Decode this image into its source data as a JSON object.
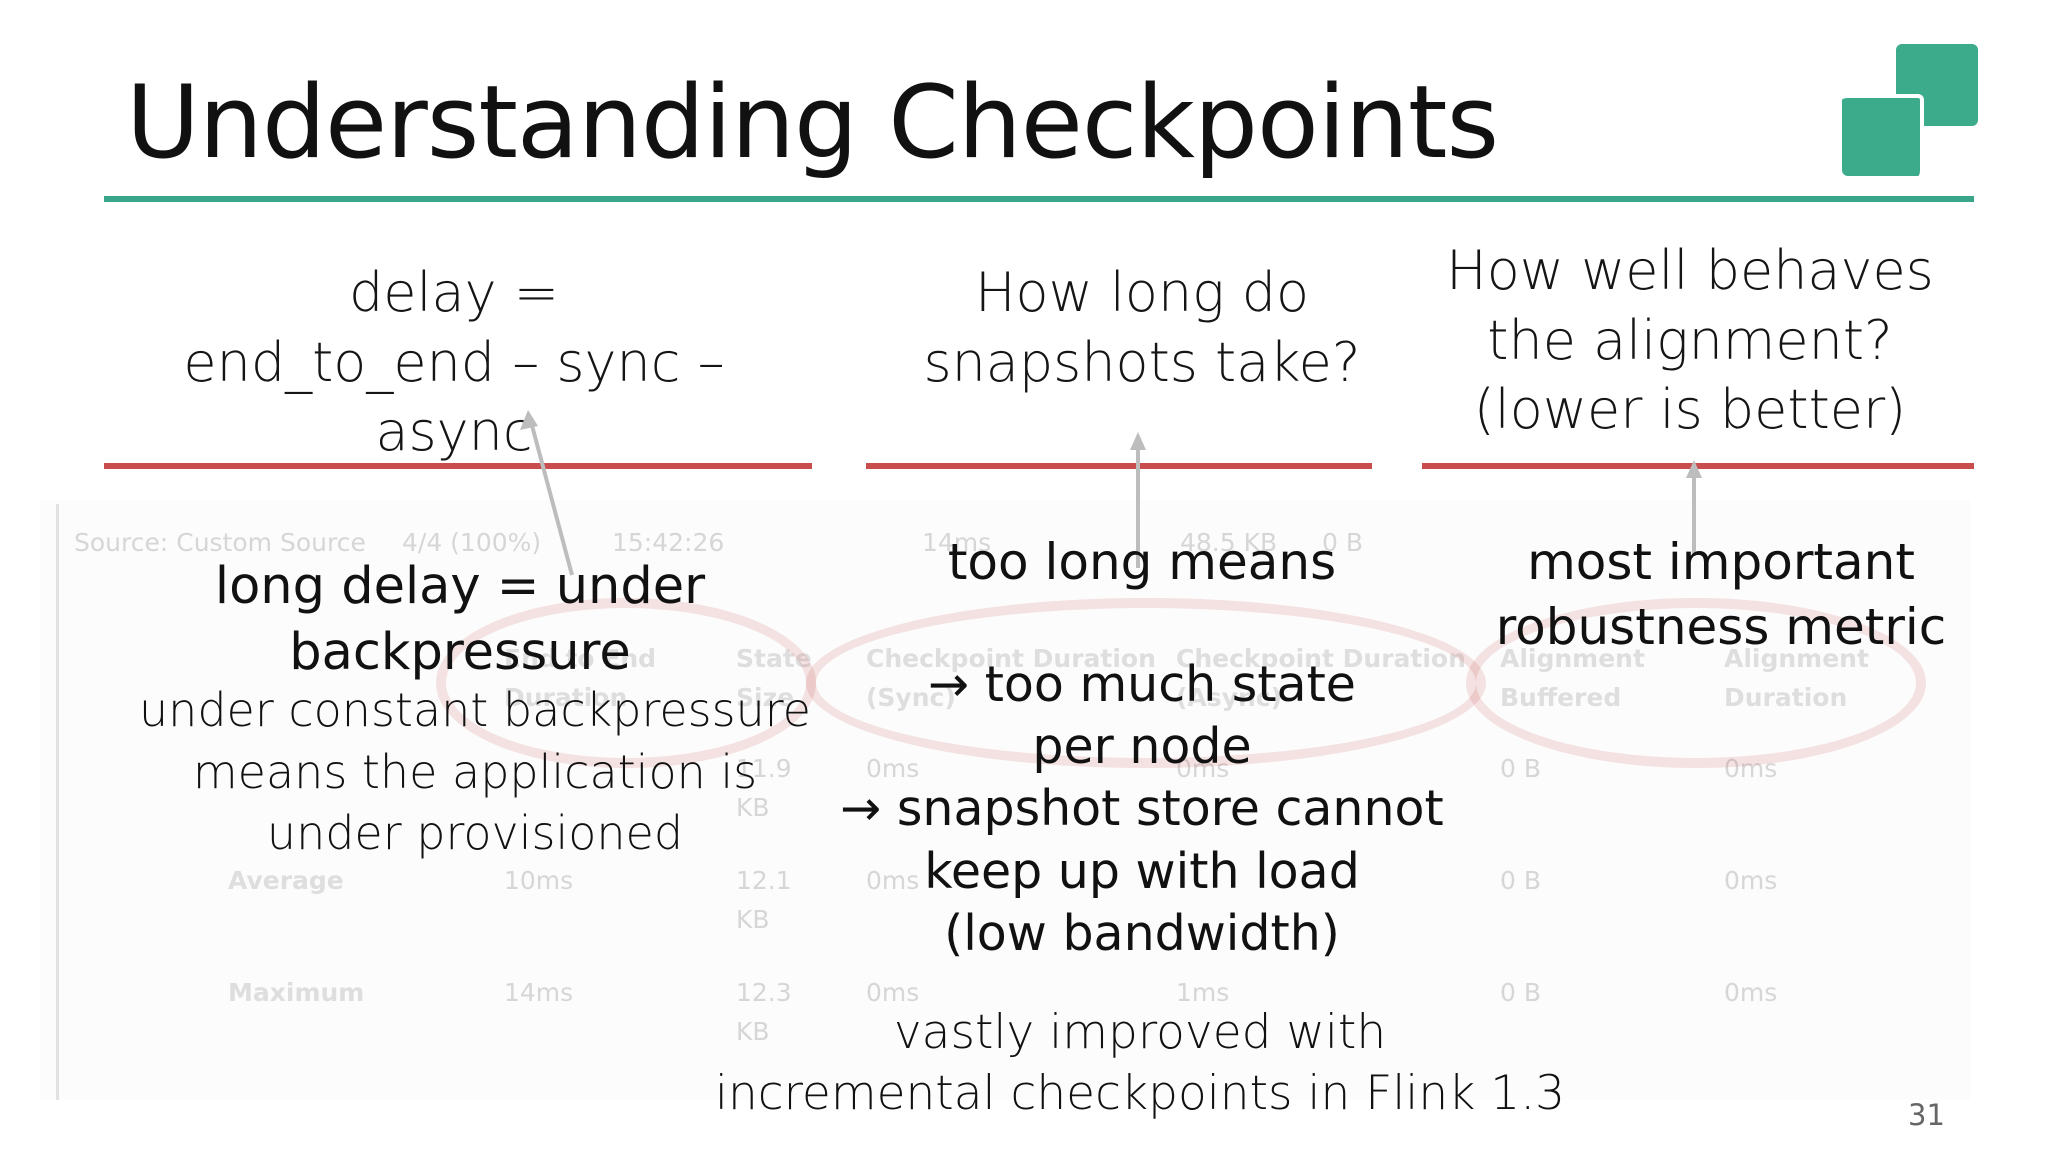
{
  "slide": {
    "title": "Understanding Checkpoints",
    "page_number": "31"
  },
  "headers": {
    "delay": "delay =\nend_to_end – sync – async",
    "snapshots": "How long do\nsnapshots take?",
    "alignment": "How well behaves\nthe alignment?\n(lower is better)"
  },
  "body": {
    "long_delay": "long delay = under backpressure",
    "backpressure_note": "under constant backpressure\nmeans the application is\nunder provisioned",
    "too_long": "too long means",
    "too_much_state": "→ too much state\nper node\n→ snapshot store cannot\nkeep up with load\n(low bandwidth)",
    "improved": "vastly improved with\nincremental checkpoints in Flink 1.3",
    "most_important": "most important\nrobustness metric"
  },
  "background_table": {
    "summary_row": {
      "source": "Source: Custom Source",
      "progress": "4/4 (100%)",
      "time": "15:42:26",
      "duration": "14ms",
      "size": "48.5 KB",
      "buffered": "0 B"
    },
    "headers": {
      "end_to_end": "End to End\nDuration",
      "state_size": "State\nSize",
      "cp_sync": "Checkpoint Duration\n(Sync)",
      "cp_async": "Checkpoint Duration\n(Async)",
      "align_buffered": "Alignment\nBuffered",
      "align_duration": "Alignment\nDuration"
    },
    "row_min": {
      "state": "11.9\nKB",
      "sync": "0ms",
      "async": "0ms",
      "buffered": "0 B",
      "duration": "0ms"
    },
    "row_avg": {
      "label": "Average",
      "end_to_end": "10ms",
      "state": "12.1\nKB",
      "sync": "0ms",
      "buffered": "0 B",
      "duration": "0ms"
    },
    "row_max": {
      "label": "Maximum",
      "end_to_end": "14ms",
      "state": "12.3\nKB",
      "sync": "0ms",
      "async": "1ms",
      "buffered": "0 B",
      "duration": "0ms"
    }
  },
  "colors": {
    "accent_green": "#3ba589",
    "red_rule": "#c94d4d",
    "ellipse": "#cd5a5a"
  },
  "icons": {
    "logo": "two-green-squares-logo",
    "arrows": "up-arrow"
  }
}
